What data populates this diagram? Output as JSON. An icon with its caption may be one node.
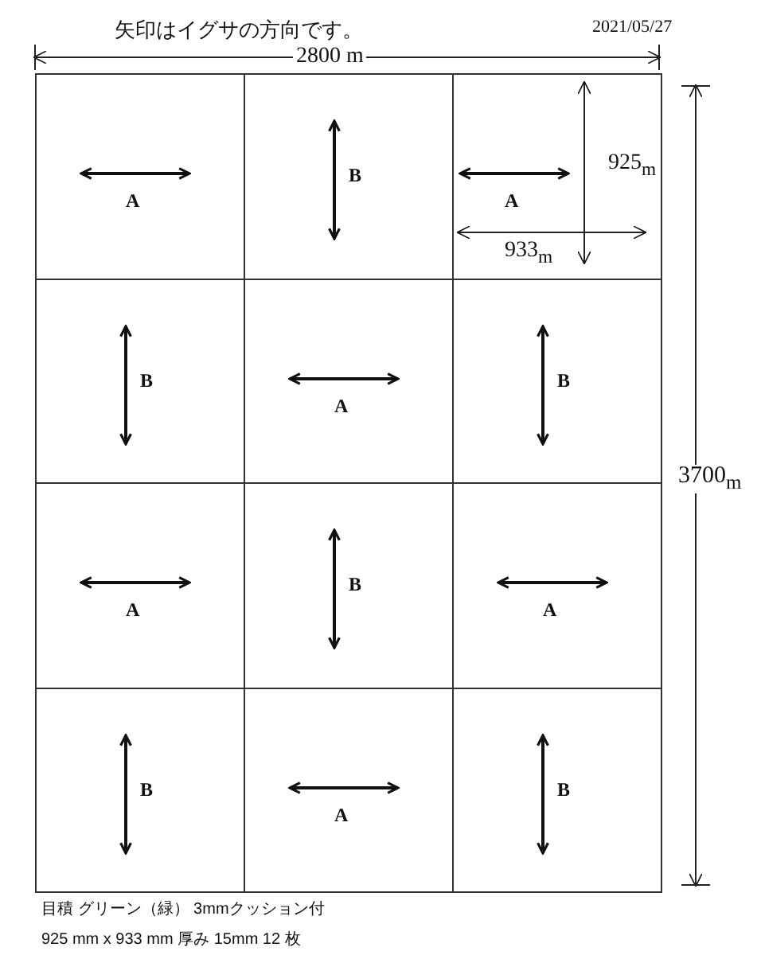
{
  "diagram": {
    "labels": [
      "矢印はイグサの方向です。",
      "2021/05/27",
      "2800 m",
      "A",
      "B",
      "A",
      "925$_{m}$",
      "933$_{m}$",
      "B",
      "A",
      "B",
      "3700$_{m}$",
      "A",
      "B",
      "A",
      "B",
      "A",
      "B",
      "目積 グリーン（緑） 3mmクッション付",
      "925 mm x 933 mm 厚み 15mm 12 枚"
    ]
  }
}
